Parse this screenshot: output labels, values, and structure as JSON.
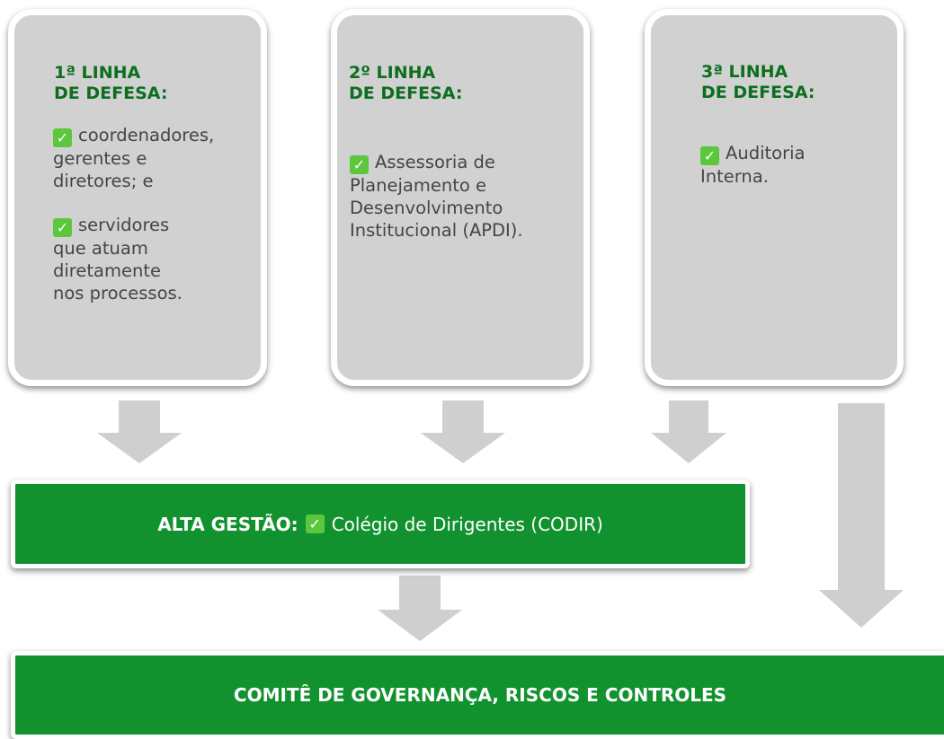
{
  "columns": [
    {
      "title_line1": "1ª LINHA",
      "title_line2": "DE DEFESA:",
      "items": [
        {
          "check": "✓",
          "lines": [
            "coordenadores,",
            "gerentes e",
            "diretores; e"
          ]
        },
        {
          "check": "✓",
          "lines": [
            "servidores",
            "que atuam",
            "diretamente",
            "nos processos."
          ]
        }
      ]
    },
    {
      "title_line1": "2º LINHA",
      "title_line2": "DE DEFESA:",
      "items": [
        {
          "check": "✓",
          "lines": [
            "Assessoria de",
            "Planejamento e",
            "Desenvolvimento",
            "Institucional (APDI)."
          ]
        }
      ]
    },
    {
      "title_line1": "3ª LINHA",
      "title_line2": "DE DEFESA:",
      "items": [
        {
          "check": "✓",
          "lines": [
            "Auditoria",
            "Interna."
          ]
        }
      ]
    }
  ],
  "alta_gestao": {
    "label": "ALTA GESTÃO:",
    "check": "✓",
    "text": "Colégio de Dirigentes (CODIR)"
  },
  "comite": {
    "text": "COMITÊ DE GOVERNANÇA, RISCOS E CONTROLES"
  },
  "colors": {
    "card_fill": "#d1d1d1",
    "title_green": "#0d6e1f",
    "bar_green": "#12922f",
    "check_green": "#5cc73c",
    "arrow_gray": "#cfcfcf"
  }
}
